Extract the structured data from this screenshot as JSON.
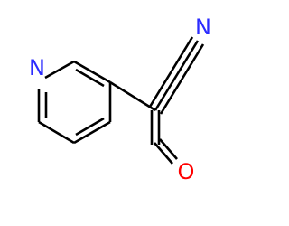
{
  "structure": {
    "atoms": {
      "pyridine_nitrogen": {
        "symbol": "N",
        "color": "#2b2bff"
      },
      "nitrile_nitrogen": {
        "symbol": "N",
        "color": "#2b2bff"
      },
      "carbonyl_oxygen": {
        "symbol": "O",
        "color": "#ff0000"
      }
    },
    "bond_color": "#000000"
  }
}
